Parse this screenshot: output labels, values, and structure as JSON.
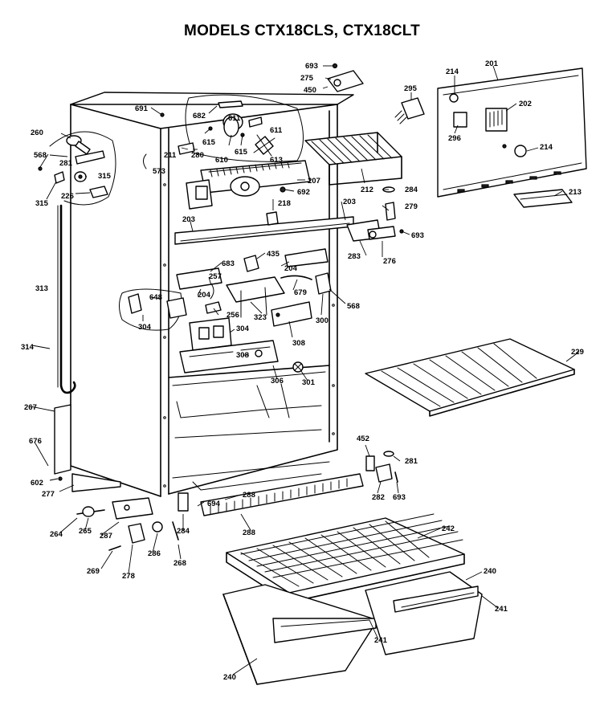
{
  "title": "MODELS CTX18CLS, CTX18CLT",
  "callouts": [
    {
      "id": "693a",
      "text": "693"
    },
    {
      "id": "275",
      "text": "275"
    },
    {
      "id": "450",
      "text": "450"
    },
    {
      "id": "214a",
      "text": "214"
    },
    {
      "id": "201a",
      "text": "201"
    },
    {
      "id": "295",
      "text": "295"
    },
    {
      "id": "202",
      "text": "202"
    },
    {
      "id": "296",
      "text": "296"
    },
    {
      "id": "214b",
      "text": "214"
    },
    {
      "id": "213",
      "text": "213"
    },
    {
      "id": "691",
      "text": "691"
    },
    {
      "id": "682",
      "text": "682"
    },
    {
      "id": "611a",
      "text": "611"
    },
    {
      "id": "611b",
      "text": "611"
    },
    {
      "id": "260",
      "text": "260"
    },
    {
      "id": "615a",
      "text": "615"
    },
    {
      "id": "615b",
      "text": "615"
    },
    {
      "id": "610",
      "text": "610"
    },
    {
      "id": "613",
      "text": "613"
    },
    {
      "id": "568a",
      "text": "568"
    },
    {
      "id": "211",
      "text": "211"
    },
    {
      "id": "280",
      "text": "280"
    },
    {
      "id": "281a",
      "text": "281"
    },
    {
      "id": "573",
      "text": "573"
    },
    {
      "id": "315a",
      "text": "315"
    },
    {
      "id": "315b",
      "text": "315"
    },
    {
      "id": "226",
      "text": "226"
    },
    {
      "id": "207",
      "text": "207"
    },
    {
      "id": "692",
      "text": "692"
    },
    {
      "id": "212",
      "text": "212"
    },
    {
      "id": "284",
      "text": "284"
    },
    {
      "id": "279",
      "text": "279"
    },
    {
      "id": "218",
      "text": "218"
    },
    {
      "id": "203a",
      "text": "203"
    },
    {
      "id": "203b",
      "text": "203"
    },
    {
      "id": "693b",
      "text": "693"
    },
    {
      "id": "283",
      "text": "283"
    },
    {
      "id": "276",
      "text": "276"
    },
    {
      "id": "435",
      "text": "435"
    },
    {
      "id": "204a",
      "text": "204"
    },
    {
      "id": "683",
      "text": "683"
    },
    {
      "id": "313",
      "text": "313"
    },
    {
      "id": "257",
      "text": "257"
    },
    {
      "id": "679",
      "text": "679"
    },
    {
      "id": "204b",
      "text": "204"
    },
    {
      "id": "648",
      "text": "648"
    },
    {
      "id": "568b",
      "text": "568"
    },
    {
      "id": "256",
      "text": "256"
    },
    {
      "id": "323",
      "text": "323"
    },
    {
      "id": "300",
      "text": "300"
    },
    {
      "id": "304a",
      "text": "304"
    },
    {
      "id": "304b",
      "text": "304"
    },
    {
      "id": "308a",
      "text": "308"
    },
    {
      "id": "314",
      "text": "314"
    },
    {
      "id": "308b",
      "text": "308"
    },
    {
      "id": "229",
      "text": "229"
    },
    {
      "id": "306",
      "text": "306"
    },
    {
      "id": "301",
      "text": "301"
    },
    {
      "id": "267",
      "text": "267"
    },
    {
      "id": "452",
      "text": "452"
    },
    {
      "id": "676",
      "text": "676"
    },
    {
      "id": "281b",
      "text": "281"
    },
    {
      "id": "602",
      "text": "602"
    },
    {
      "id": "277",
      "text": "277"
    },
    {
      "id": "288a",
      "text": "288"
    },
    {
      "id": "282",
      "text": "282"
    },
    {
      "id": "693c",
      "text": "693"
    },
    {
      "id": "694",
      "text": "694"
    },
    {
      "id": "264",
      "text": "264"
    },
    {
      "id": "265",
      "text": "265"
    },
    {
      "id": "287",
      "text": "287"
    },
    {
      "id": "284b",
      "text": "284"
    },
    {
      "id": "288b",
      "text": "288"
    },
    {
      "id": "242",
      "text": "242"
    },
    {
      "id": "286",
      "text": "286"
    },
    {
      "id": "268",
      "text": "268"
    },
    {
      "id": "269",
      "text": "269"
    },
    {
      "id": "278",
      "text": "278"
    },
    {
      "id": "240a",
      "text": "240"
    },
    {
      "id": "241a",
      "text": "241"
    },
    {
      "id": "241b",
      "text": "241"
    },
    {
      "id": "240b",
      "text": "240"
    }
  ]
}
